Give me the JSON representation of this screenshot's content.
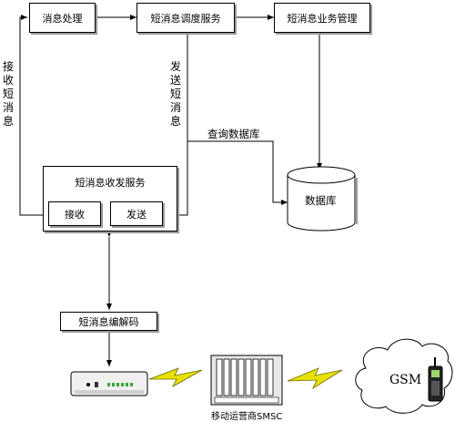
{
  "nodes": {
    "msg_processing": "消息处理",
    "dispatch_service": "短消息调度服务",
    "business_mgmt": "短消息业务管理",
    "send_recv_service": "短消息收发服务",
    "receive": "接收",
    "send": "发送",
    "database": "数据库",
    "codec": "短消息编解码",
    "smsc": "移动运营商SMSC",
    "gsm": "GSM"
  },
  "edge_labels": {
    "receive_sms": [
      "接",
      "收",
      "短",
      "消",
      "息"
    ],
    "send_sms": [
      "发",
      "送",
      "短",
      "消",
      "息"
    ],
    "query_db": "查询数据库"
  }
}
